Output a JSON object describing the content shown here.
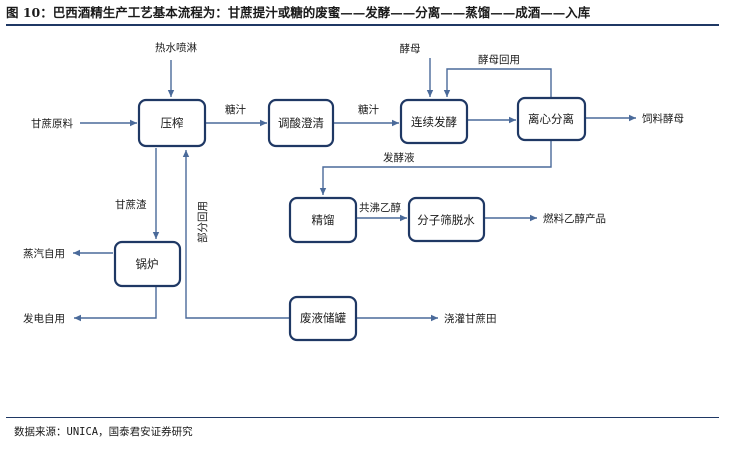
{
  "header": {
    "title": "图 10：巴西酒精生产工艺基本流程为：甘蔗提汁或糖的废蜜——发酵——分离——蒸馏——成酒——入库"
  },
  "nodes": {
    "press": "压榨",
    "clarify": "调酸澄清",
    "ferment": "连续发酵",
    "separate": "离心分离",
    "distill": "精馏",
    "sieve": "分子筛脱水",
    "boiler": "锅炉",
    "waste": "废液储罐"
  },
  "labels": {
    "hot_water": "热水喷淋",
    "raw_cane": "甘蔗原料",
    "juice1": "糖汁",
    "juice2": "糖汁",
    "yeast": "酵母",
    "yeast_return": "酵母回用",
    "feed_yeast": "饲料酵母",
    "fermented_liquid": "发酵液",
    "azeotrope": "共沸乙醇",
    "fuel_ethanol": "燃料乙醇产品",
    "bagasse": "甘蔗渣",
    "partial_reuse": "部分回用",
    "steam": "蒸汽自用",
    "power": "发电自用",
    "irrigation": "浇灌甘蔗田"
  },
  "footer": {
    "source": "数据来源：UNICA，国泰君安证券研究"
  }
}
